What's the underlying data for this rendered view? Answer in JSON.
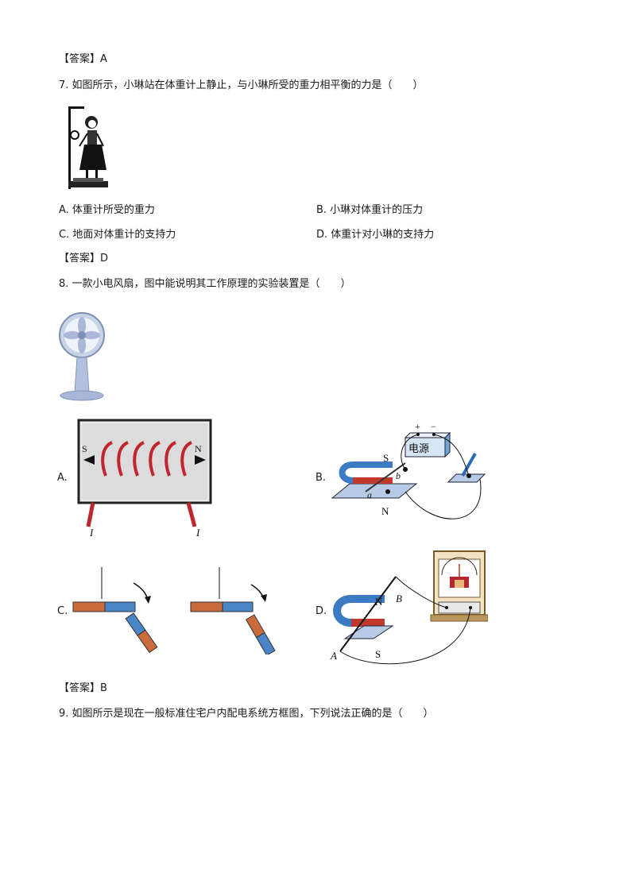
{
  "q6": {
    "answer": "【答案】A"
  },
  "q7": {
    "stem": "7. 如图所示，小琳站在体重计上静止，与小琳所受的重力相平衡的力是（　　）",
    "options": {
      "a": "A.  体重计所受的重力",
      "b": "B.  小琳对体重计的压力",
      "c": "C.  地面对体重计的支持力",
      "d": "D.  体重计对小琳的支持力"
    },
    "answer": "【答案】D"
  },
  "q8": {
    "stem": "8. 一款小电风扇，图中能说明其工作原理的实验装置是（　　）",
    "labels": {
      "a": "A.",
      "b": "B.",
      "c": "C.",
      "d": "D."
    },
    "figA": {
      "s": "S",
      "n": "N",
      "i1": "I",
      "i2": "I"
    },
    "figB": {
      "s": "S",
      "n": "N",
      "power": "电源",
      "plus": "+",
      "minus": "−",
      "a": "a",
      "b": "b"
    },
    "figD": {
      "n": "N",
      "s": "S",
      "a": "A",
      "b": "B"
    },
    "answer": "【答案】B"
  },
  "q9": {
    "stem": "9. 如图所示是现在一般标准住宅户内配电系统方框图，下列说法正确的是（　　）"
  }
}
